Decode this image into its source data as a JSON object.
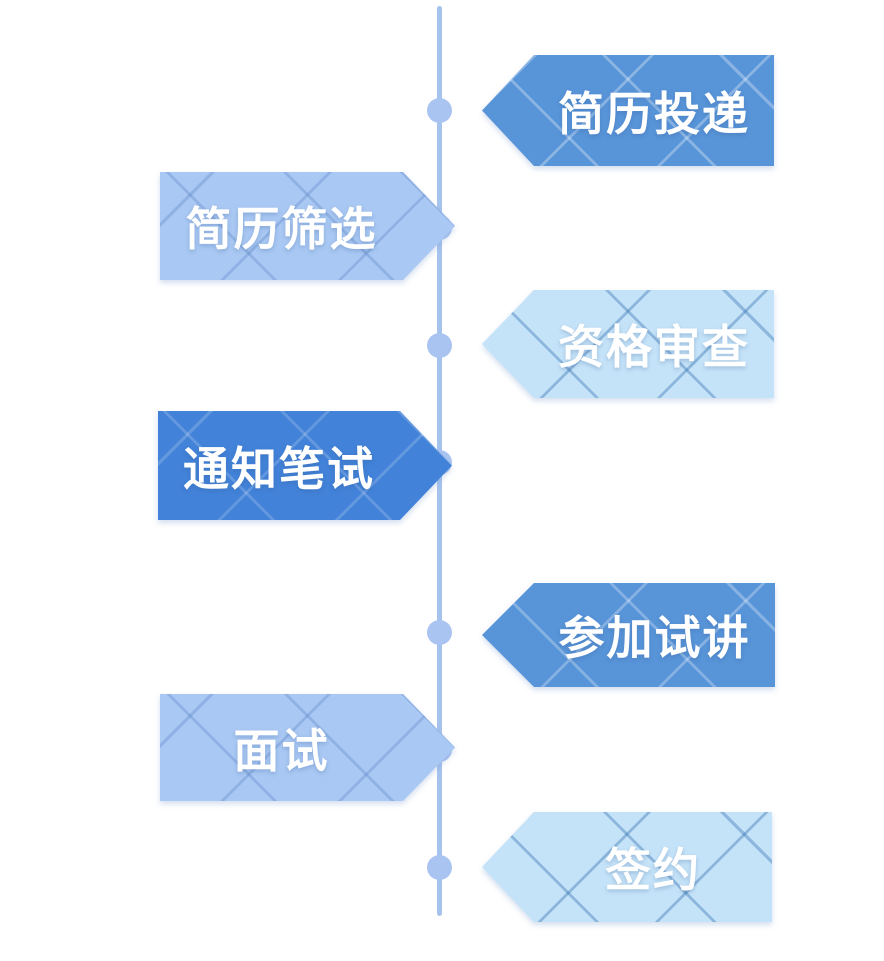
{
  "diagram": {
    "kind": "vertical-process-timeline",
    "background_color": "#ffffff",
    "line_color": "#a6c3ee",
    "node_color": "#aac4f2",
    "text_color": "#ffffff",
    "steps": [
      {
        "label": "简历投递",
        "side": "right",
        "fill": "#5894d8",
        "pattern": "rgba(255,255,255,0.30)"
      },
      {
        "label": "简历筛选",
        "side": "left",
        "fill": "#a9c8f3",
        "pattern": "rgba(95,135,200,0.35)"
      },
      {
        "label": "资格审查",
        "side": "right",
        "fill": "#c5e3f8",
        "pattern": "rgba(60,120,180,0.42)"
      },
      {
        "label": "通知笔试",
        "side": "left",
        "fill": "#4282d8",
        "pattern": "rgba(255,255,255,0.18)"
      },
      {
        "label": "参加试讲",
        "side": "right",
        "fill": "#5894d8",
        "pattern": "rgba(255,255,255,0.28)"
      },
      {
        "label": "面试",
        "side": "left",
        "fill": "#a9c8f3",
        "pattern": "rgba(95,135,200,0.35)"
      },
      {
        "label": "签约",
        "side": "right",
        "fill": "#c5e3f8",
        "pattern": "rgba(60,120,180,0.42)"
      }
    ]
  }
}
